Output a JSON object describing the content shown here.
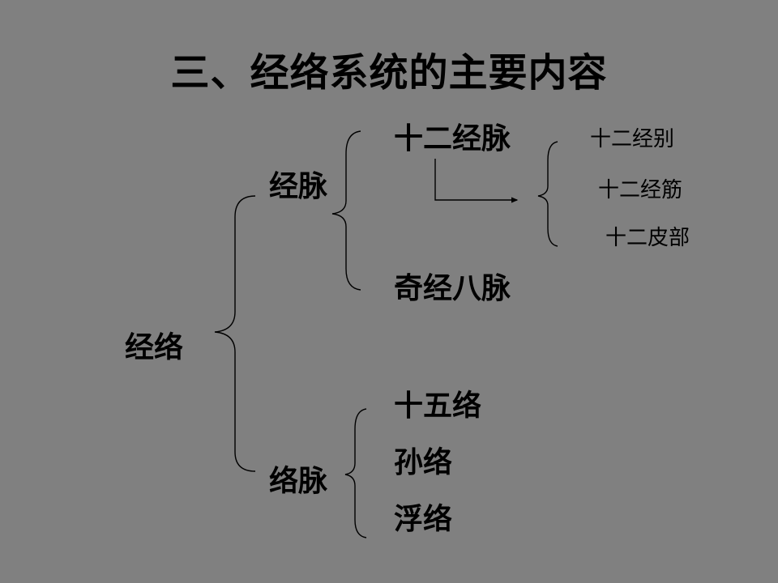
{
  "title": "三、经络系统的主要内容",
  "root": {
    "label": "经络"
  },
  "branches": {
    "jingmai": {
      "label": "经脉",
      "children": [
        "十二经脉",
        "奇经八脉"
      ]
    },
    "luomai": {
      "label": "络脉",
      "children": [
        "十五络",
        "孙络",
        "浮络"
      ]
    }
  },
  "twelve_meridians_subitems": [
    "十二经别",
    "十二经筋",
    "十二皮部"
  ],
  "colors": {
    "background": "#808080",
    "text": "#000000",
    "lines": "#000000"
  }
}
